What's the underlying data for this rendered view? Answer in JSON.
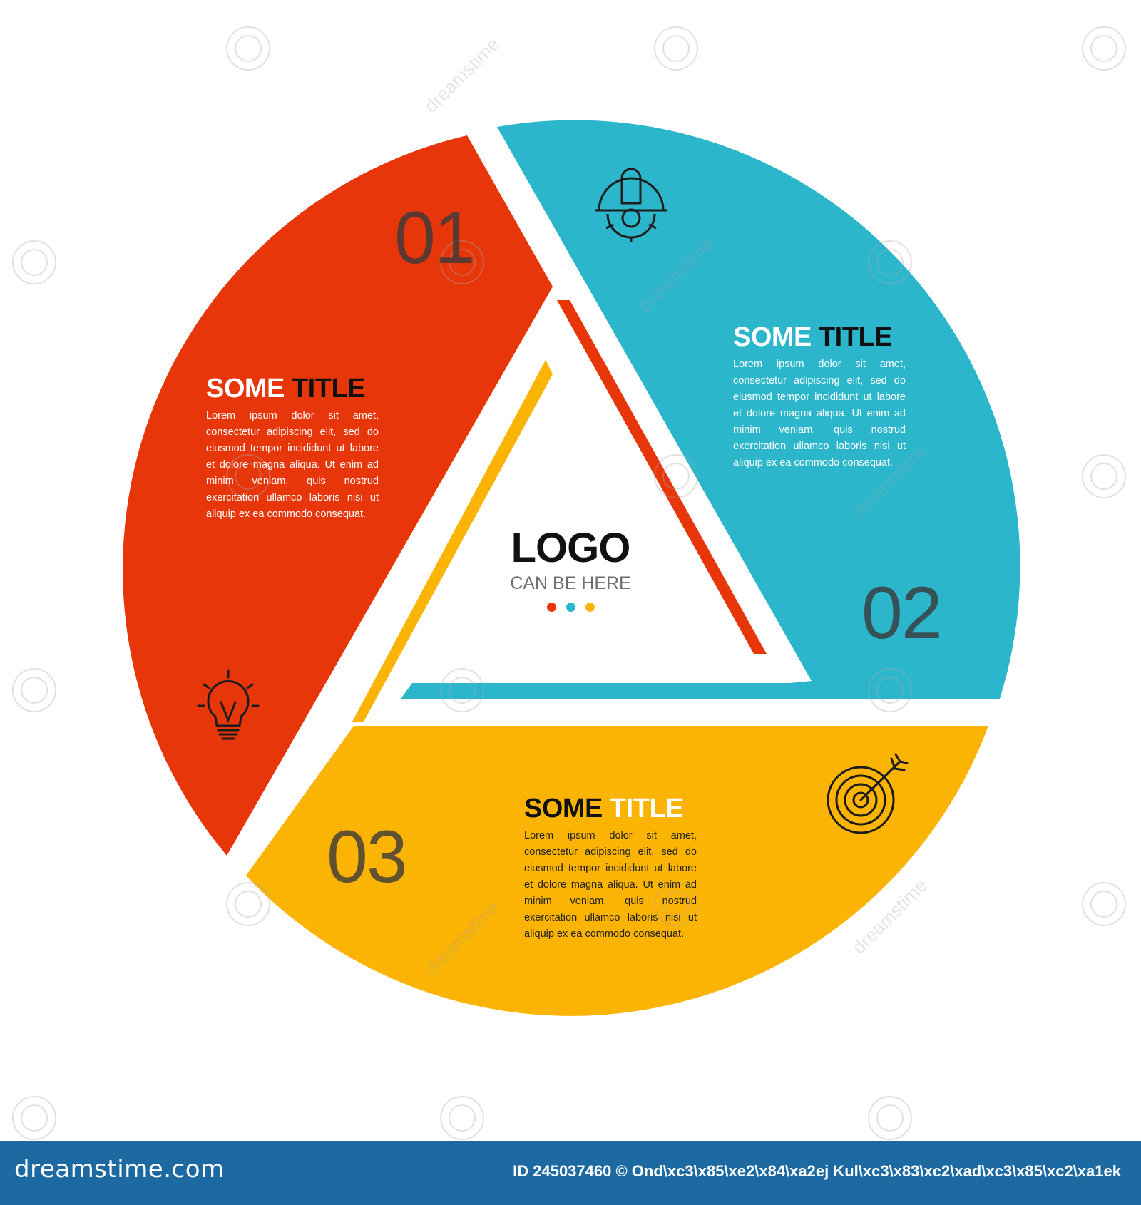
{
  "center": {
    "logo": "LOGO",
    "subtitle": "CAN BE HERE",
    "dot_colors": [
      "#e8360b",
      "#2bb6cc",
      "#fbb304"
    ]
  },
  "steps": [
    {
      "number": "01",
      "title_part1": "SOME",
      "title_part2": "TITLE",
      "body": "Lorem ipsum dolor sit amet, consectetur adipiscing elit, sed do eiusmod tempor incididunt ut labore et dolore magna aliqua. Ut enim ad minim veniam, quis nostrud exercitation ullamco laboris nisi ut aliquip ex ea commodo consequat.",
      "icon": "lightbulb-icon",
      "color": "#e8360b"
    },
    {
      "number": "02",
      "title_part1": "SOME",
      "title_part2": "TITLE",
      "body": "Lorem ipsum dolor sit amet, consectetur adipiscing elit, sed do eiusmod tempor incididunt ut labore et dolore magna aliqua. Ut enim ad minim veniam, quis nostrud exercitation ullamco laboris nisi ut aliquip ex ea commodo consequat.",
      "icon": "engineer-helmet-gear-icon",
      "color": "#2bb6cc"
    },
    {
      "number": "03",
      "title_part1": "SOME",
      "title_part2": "TITLE",
      "body": "Lorem ipsum dolor sit amet, consectetur adipiscing elit, sed do eiusmod tempor incididunt ut labore et dolore magna aliqua. Ut enim ad minim veniam, quis nostrud exercitation ullamco laboris nisi ut aliquip ex ea commodo consequat.",
      "icon": "target-arrow-icon",
      "color": "#fbb304"
    }
  ],
  "footer": {
    "brand": "dreamstime.com",
    "id_line": "ID 245037460 © Ond\\xc3\\x85\\xe2\\x84\\xa2ej Kul\\xc3\\x83\\xc2\\xad\\xc3\\x85\\xc2\\xa1ek"
  },
  "watermark": "dreamstime"
}
